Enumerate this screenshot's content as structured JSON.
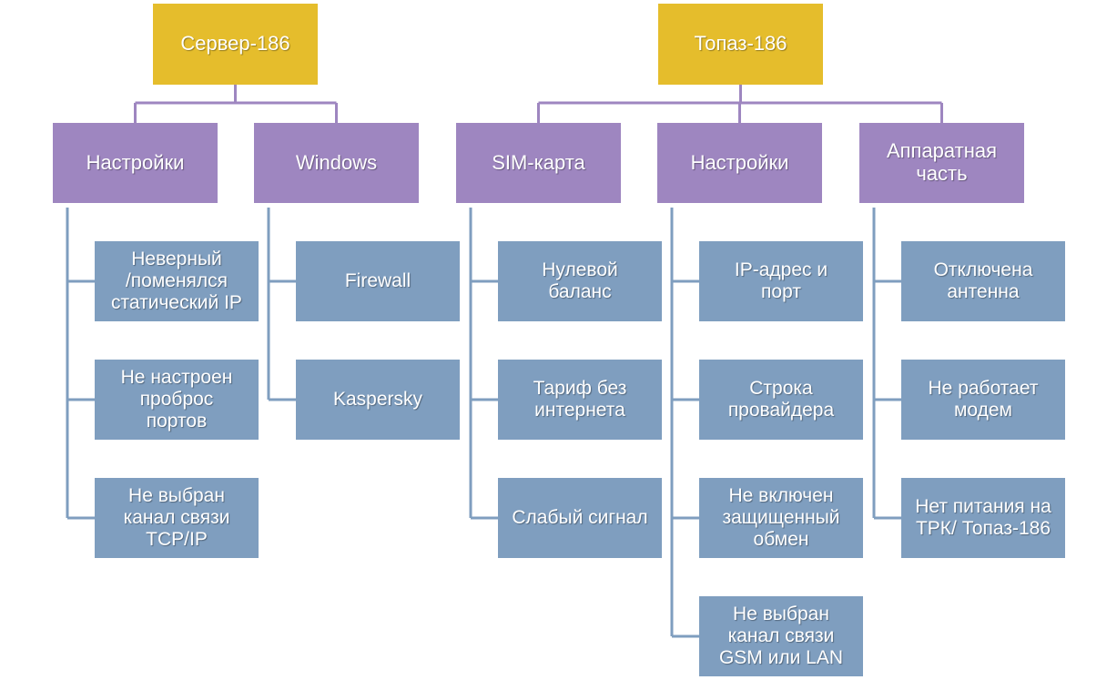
{
  "colors": {
    "root": "#e5bd2c",
    "category": "#9e86c0",
    "leaf": "#7f9ebf",
    "connector_top": "#9e86c0",
    "connector_leaf": "#7f9ebf"
  },
  "trees": [
    {
      "root": "Сервер-186",
      "categories": [
        {
          "label": "Настройки",
          "leaves": [
            "Неверный\n/поменялся\nстатический IP",
            "Не настроен\nпроброс\nпортов",
            "Не выбран\nканал связи\nTCP/IP"
          ]
        },
        {
          "label": "Windows",
          "leaves": [
            "Firewall",
            "Kaspersky"
          ]
        }
      ]
    },
    {
      "root": "Топаз-186",
      "categories": [
        {
          "label": "SIM-карта",
          "leaves": [
            "Нулевой\nбаланс",
            "Тариф без\nинтернета",
            "Слабый сигнал"
          ]
        },
        {
          "label": "Настройки",
          "leaves": [
            "IP-адрес и\nпорт",
            "Строка\nпровайдера",
            "Не включен\nзащищенный\nобмен",
            "Не выбран\nканал связи\nGSM или LAN"
          ]
        },
        {
          "label": "Аппаратная\nчасть",
          "leaves": [
            "Отключена\nантенна",
            "Не работает\nмодем",
            "Нет питания на\nТРК/ Топаз-186"
          ]
        }
      ]
    }
  ]
}
